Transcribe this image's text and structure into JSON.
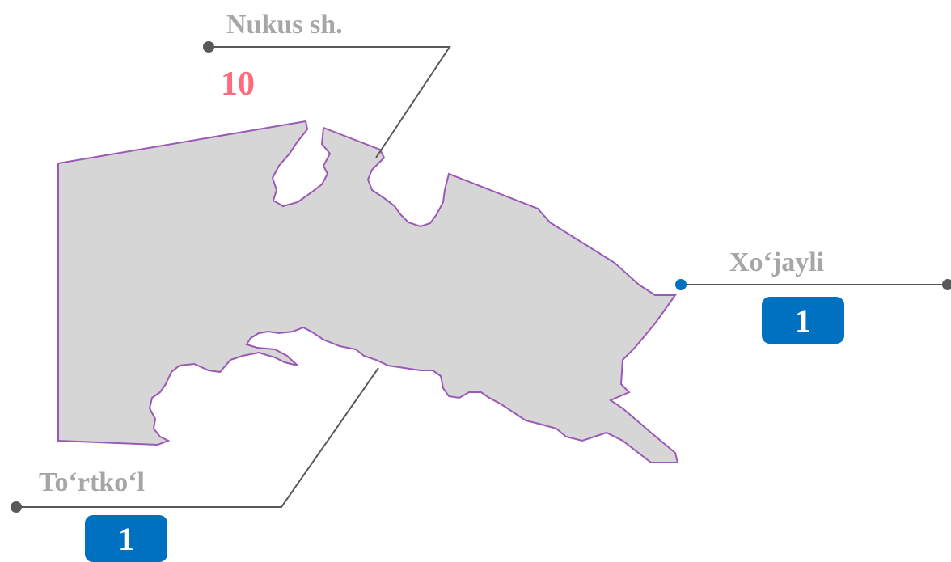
{
  "colors": {
    "region_fill": "#d6d6d6",
    "region_outline": "#9b59b6",
    "leader_line": "#595959",
    "leader_dot_gray": "#595959",
    "leader_dot_blue": "#0070c0",
    "label_gray": "#a6a6a6",
    "count_highlight": "#ff6b7a",
    "badge_blue": "#0070c0"
  },
  "callouts": [
    {
      "id": "nukus",
      "region": "Nukus sh.",
      "count": "10",
      "style": "plain",
      "dot_icon": "dot-icon"
    },
    {
      "id": "xojayli",
      "region": "Xo‘jayli",
      "count": "1",
      "style": "badge",
      "dot_icon": "dot-icon"
    },
    {
      "id": "tortkol",
      "region": "To‘rtko‘l",
      "count": "1",
      "style": "badge",
      "dot_icon": "dot-icon"
    }
  ]
}
